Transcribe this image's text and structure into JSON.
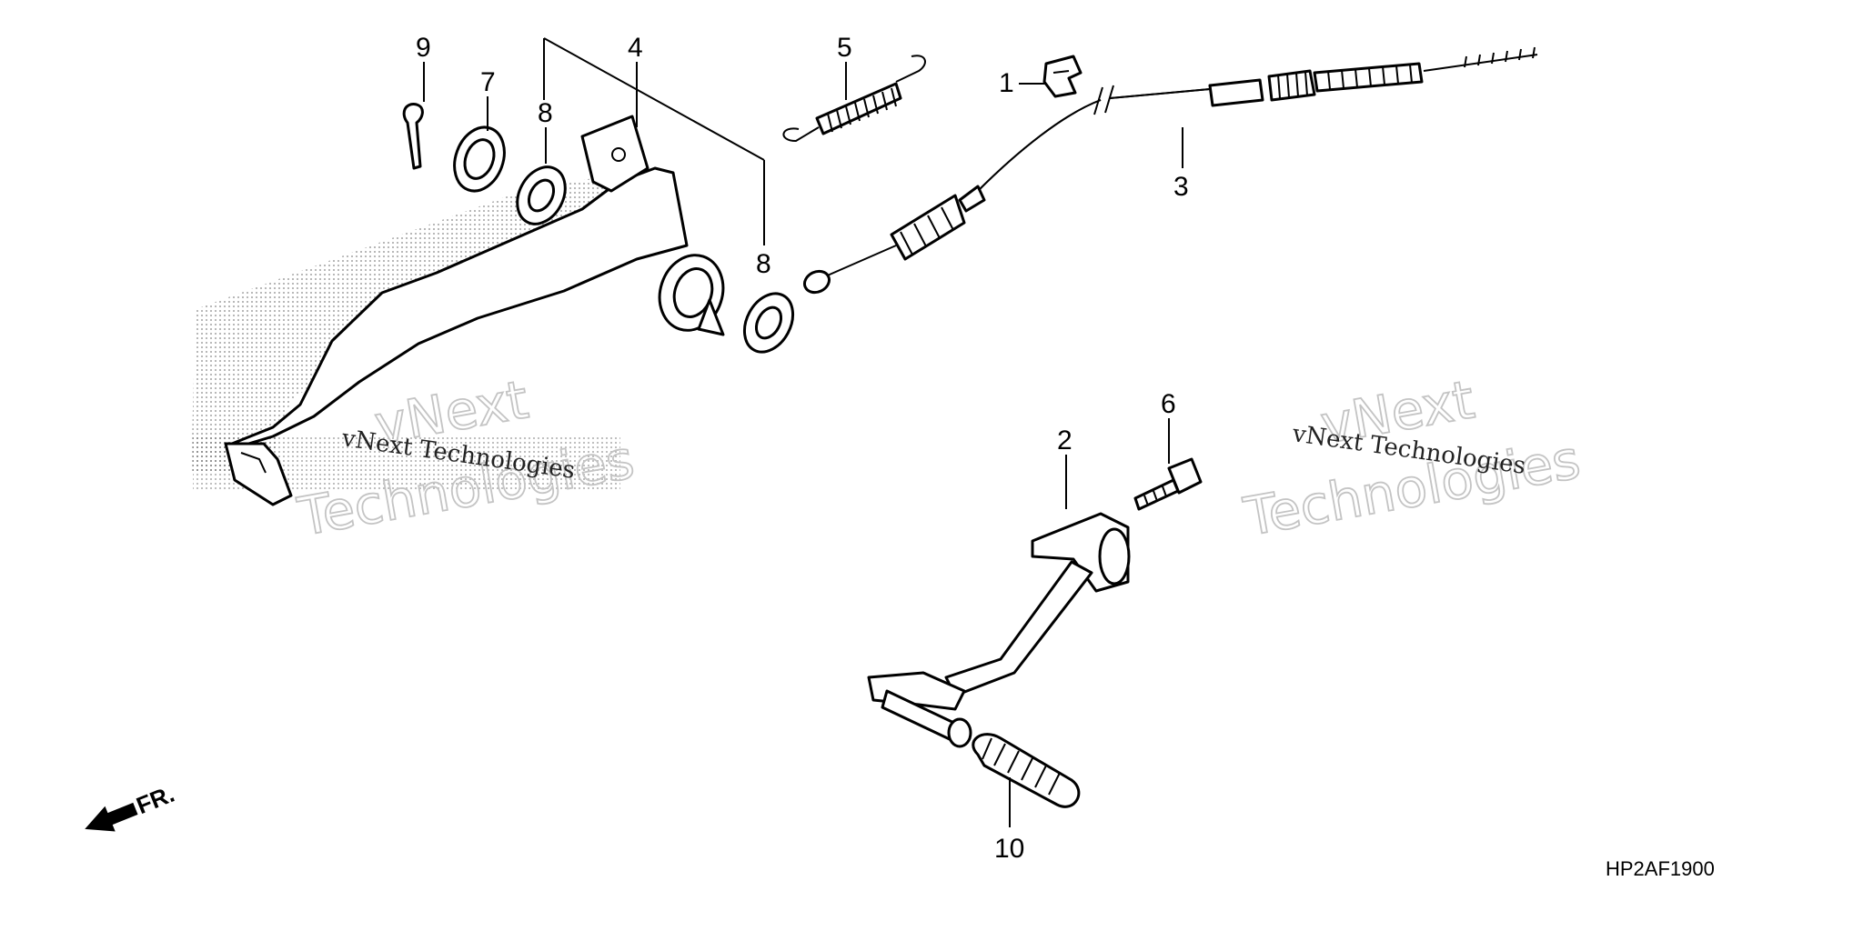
{
  "diagram_code": "HP2AF1900",
  "front_label": "FR.",
  "watermarks": [
    {
      "line1": "vNext",
      "line2": "Technologies",
      "caption": "vNext Technologies"
    },
    {
      "line1": "vNext",
      "line2": "Technologies",
      "caption": "vNext Technologies"
    }
  ],
  "callouts": {
    "c1": "1",
    "c2": "2",
    "c3": "3",
    "c4": "4",
    "c5": "5",
    "c6": "6",
    "c7": "7",
    "c8a": "8",
    "c8b": "8",
    "c9": "9",
    "c10": "10"
  },
  "parts": [
    {
      "ref": "1",
      "icon": "cable-clip-icon"
    },
    {
      "ref": "2",
      "icon": "change-pedal-icon"
    },
    {
      "ref": "3",
      "icon": "brake-cable-icon"
    },
    {
      "ref": "4",
      "icon": "brake-pedal-icon"
    },
    {
      "ref": "5",
      "icon": "return-spring-icon"
    },
    {
      "ref": "6",
      "icon": "flange-bolt-icon"
    },
    {
      "ref": "7",
      "icon": "washer-icon"
    },
    {
      "ref": "8",
      "icon": "dust-seal-icon"
    },
    {
      "ref": "9",
      "icon": "cotter-pin-icon"
    },
    {
      "ref": "10",
      "icon": "pedal-rubber-icon"
    }
  ]
}
